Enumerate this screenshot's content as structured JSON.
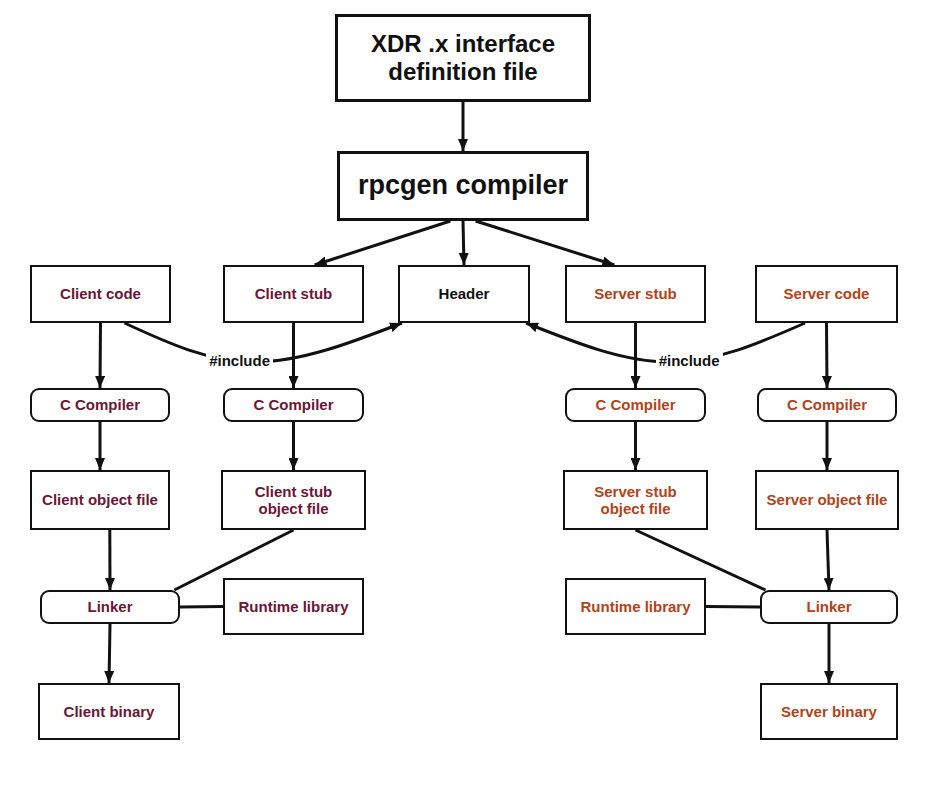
{
  "diagram": {
    "nodes": [
      {
        "text": [
          "XDR .x interface definition file"
        ]
      },
      {
        "text": [
          "rpcgen compiler"
        ]
      },
      {
        "text": [
          "Client code"
        ]
      },
      {
        "text": [
          "Client stub"
        ]
      },
      {
        "text": [
          "Header"
        ]
      },
      {
        "text": [
          "Server stub"
        ]
      },
      {
        "text": [
          "Server code"
        ]
      },
      {
        "text": [
          "C Compiler"
        ]
      },
      {
        "text": [
          "C Compiler"
        ]
      },
      {
        "text": [
          "C Compiler"
        ]
      },
      {
        "text": [
          "C Compiler"
        ]
      },
      {
        "text": [
          "Client object file"
        ]
      },
      {
        "text": [
          "Client stub object file"
        ]
      },
      {
        "text": [
          "Server stub object file"
        ]
      },
      {
        "text": [
          "Server object file"
        ]
      },
      {
        "text": [
          "Linker"
        ]
      },
      {
        "text": [
          "Runtime library"
        ]
      },
      {
        "text": [
          "Runtime library"
        ]
      },
      {
        "text": [
          "Linker"
        ]
      },
      {
        "text": [
          "Client binary"
        ]
      },
      {
        "text": [
          "Server binary"
        ]
      }
    ],
    "edges": [
      {
        "from": 0,
        "to": 1,
        "arrow": "to"
      },
      {
        "from": 1,
        "to": 3,
        "arrow": "to"
      },
      {
        "from": 1,
        "to": 4,
        "arrow": "to"
      },
      {
        "from": 1,
        "to": 5,
        "arrow": "to"
      },
      {
        "from": 2,
        "to": 4,
        "label": "#include",
        "arrow": "to"
      },
      {
        "from": 6,
        "to": 4,
        "label": "#include",
        "arrow": "to"
      },
      {
        "from": 2,
        "to": 7,
        "arrow": "to"
      },
      {
        "from": 3,
        "to": 8,
        "arrow": "to"
      },
      {
        "from": 5,
        "to": 9,
        "arrow": "to"
      },
      {
        "from": 6,
        "to": 10,
        "arrow": "to"
      },
      {
        "from": 7,
        "to": 11,
        "arrow": "to"
      },
      {
        "from": 8,
        "to": 12,
        "arrow": "to"
      },
      {
        "from": 9,
        "to": 13,
        "arrow": "to"
      },
      {
        "from": 10,
        "to": 14,
        "arrow": "to"
      },
      {
        "from": 11,
        "to": 15,
        "arrow": "to"
      },
      {
        "from": 12,
        "to": 15,
        "arrow": "none"
      },
      {
        "from": 16,
        "to": 15,
        "arrow": "none"
      },
      {
        "from": 15,
        "to": 19,
        "arrow": "to"
      },
      {
        "from": 13,
        "to": 18,
        "arrow": "none"
      },
      {
        "from": 14,
        "to": 18,
        "arrow": "to"
      },
      {
        "from": 17,
        "to": 18,
        "arrow": "none"
      },
      {
        "from": 18,
        "to": 20,
        "arrow": "to"
      }
    ]
  }
}
